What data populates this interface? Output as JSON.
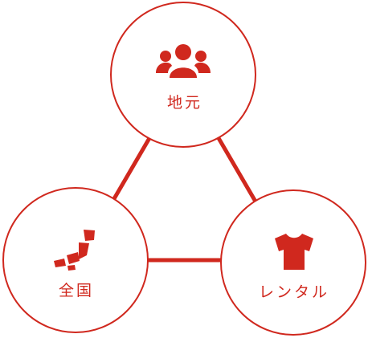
{
  "colors": {
    "accent": "#d0281e",
    "background": "#ffffff"
  },
  "nodes": [
    {
      "id": "local",
      "label": "地元",
      "icon": "group-people-icon"
    },
    {
      "id": "national",
      "label": "全国",
      "icon": "japan-map-icon"
    },
    {
      "id": "rental",
      "label": "レンタル",
      "icon": "tshirt-icon"
    }
  ]
}
